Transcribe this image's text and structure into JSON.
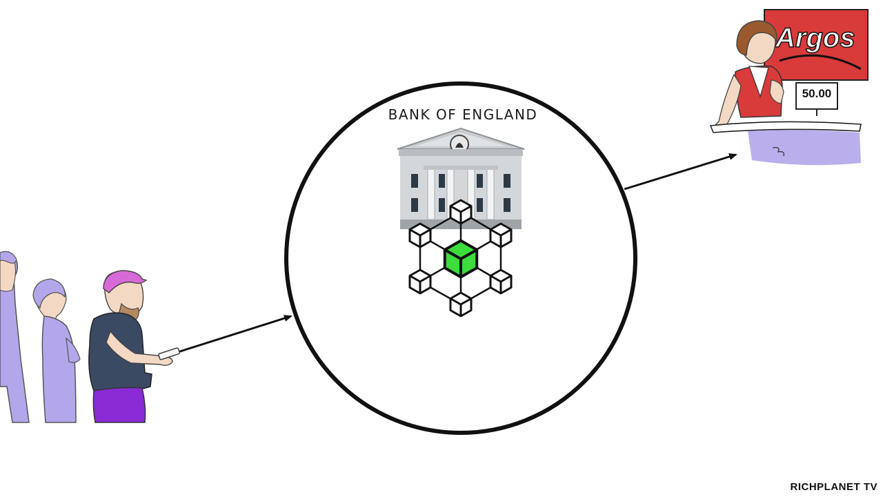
{
  "diagram": {
    "center_label": "BANK OF ENGLAND",
    "shop_sign": "Argos",
    "price_tag": "50.00",
    "watermark": "RICHPLANET TV"
  },
  "colors": {
    "center_block": "#3ddc3d",
    "shirt": "#3a4a63",
    "shorts": "#8a2bd6",
    "cap": "#d86ad8",
    "shop_red": "#d93a3a",
    "crowd_lilac": "#b3a6ea"
  },
  "icons": [
    "bank-building-icon",
    "blockchain-network-icon",
    "phone-icon"
  ]
}
